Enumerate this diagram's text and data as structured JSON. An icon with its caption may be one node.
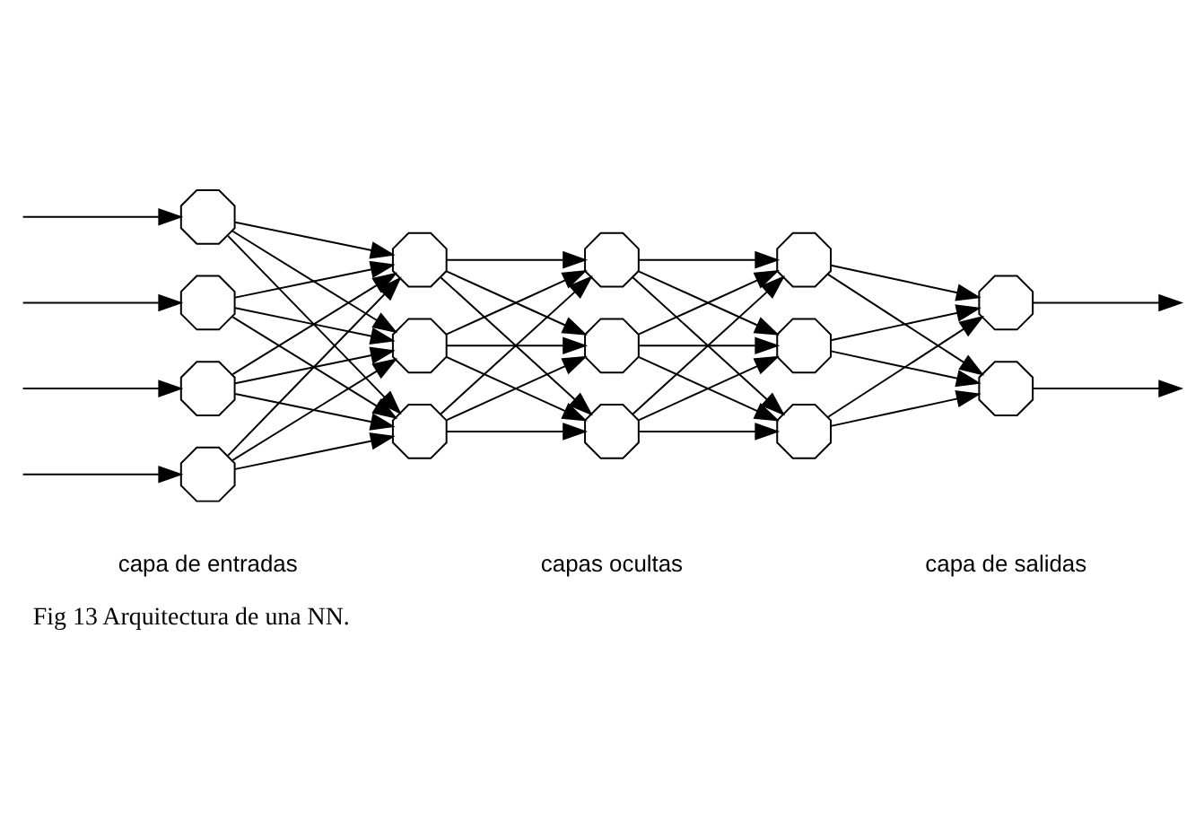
{
  "diagram": {
    "caption": "Fig 13 Arquitectura de una NN.",
    "nodes": [
      {
        "text": [],
        "shape": "octagon"
      },
      {
        "text": [],
        "shape": "octagon"
      },
      {
        "text": [],
        "shape": "octagon"
      },
      {
        "text": [],
        "shape": "octagon"
      },
      {
        "text": [],
        "shape": "octagon"
      },
      {
        "text": [],
        "shape": "octagon"
      },
      {
        "text": [],
        "shape": "octagon"
      },
      {
        "text": [],
        "shape": "octagon"
      },
      {
        "text": [],
        "shape": "octagon"
      },
      {
        "text": [],
        "shape": "octagon"
      },
      {
        "text": [],
        "shape": "octagon"
      },
      {
        "text": [],
        "shape": "octagon"
      },
      {
        "text": [],
        "shape": "octagon"
      },
      {
        "text": [],
        "shape": "octagon"
      },
      {
        "text": [],
        "shape": "octagon"
      }
    ],
    "edges": [
      {
        "from": null,
        "to": 0,
        "arrow": "to"
      },
      {
        "from": null,
        "to": 1,
        "arrow": "to"
      },
      {
        "from": null,
        "to": 2,
        "arrow": "to"
      },
      {
        "from": null,
        "to": 3,
        "arrow": "to"
      },
      {
        "from": 0,
        "to": 4,
        "arrow": "to"
      },
      {
        "from": 0,
        "to": 5,
        "arrow": "to"
      },
      {
        "from": 0,
        "to": 6,
        "arrow": "to"
      },
      {
        "from": 1,
        "to": 4,
        "arrow": "to"
      },
      {
        "from": 1,
        "to": 5,
        "arrow": "to"
      },
      {
        "from": 1,
        "to": 6,
        "arrow": "to"
      },
      {
        "from": 2,
        "to": 4,
        "arrow": "to"
      },
      {
        "from": 2,
        "to": 5,
        "arrow": "to"
      },
      {
        "from": 2,
        "to": 6,
        "arrow": "to"
      },
      {
        "from": 3,
        "to": 4,
        "arrow": "to"
      },
      {
        "from": 3,
        "to": 5,
        "arrow": "to"
      },
      {
        "from": 3,
        "to": 6,
        "arrow": "to"
      },
      {
        "from": 4,
        "to": 7,
        "arrow": "to"
      },
      {
        "from": 4,
        "to": 8,
        "arrow": "to"
      },
      {
        "from": 4,
        "to": 9,
        "arrow": "to"
      },
      {
        "from": 5,
        "to": 7,
        "arrow": "to"
      },
      {
        "from": 5,
        "to": 8,
        "arrow": "to"
      },
      {
        "from": 5,
        "to": 9,
        "arrow": "to"
      },
      {
        "from": 6,
        "to": 7,
        "arrow": "to"
      },
      {
        "from": 6,
        "to": 8,
        "arrow": "to"
      },
      {
        "from": 6,
        "to": 9,
        "arrow": "to"
      },
      {
        "from": 7,
        "to": 10,
        "arrow": "to"
      },
      {
        "from": 7,
        "to": 11,
        "arrow": "to"
      },
      {
        "from": 7,
        "to": 12,
        "arrow": "to"
      },
      {
        "from": 8,
        "to": 10,
        "arrow": "to"
      },
      {
        "from": 8,
        "to": 11,
        "arrow": "to"
      },
      {
        "from": 8,
        "to": 12,
        "arrow": "to"
      },
      {
        "from": 9,
        "to": 10,
        "arrow": "to"
      },
      {
        "from": 9,
        "to": 11,
        "arrow": "to"
      },
      {
        "from": 9,
        "to": 12,
        "arrow": "to"
      },
      {
        "from": 10,
        "to": 13,
        "arrow": "to"
      },
      {
        "from": 10,
        "to": 14,
        "arrow": "to"
      },
      {
        "from": 11,
        "to": 13,
        "arrow": "to"
      },
      {
        "from": 11,
        "to": 14,
        "arrow": "to"
      },
      {
        "from": 12,
        "to": 13,
        "arrow": "to"
      },
      {
        "from": 12,
        "to": 14,
        "arrow": "to"
      },
      {
        "from": 13,
        "to": null,
        "arrow": "to"
      },
      {
        "from": 14,
        "to": null,
        "arrow": "to"
      }
    ],
    "labels": [
      "capa de entradas",
      "capas ocultas",
      "capa de salidas"
    ]
  }
}
